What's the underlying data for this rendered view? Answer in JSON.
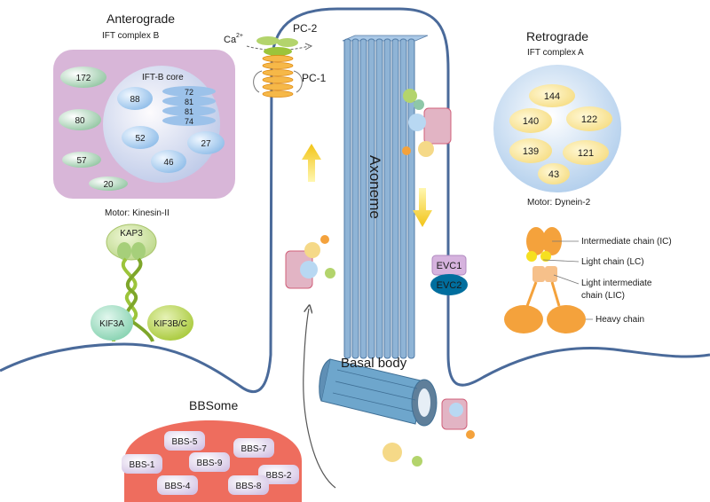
{
  "anterograde": {
    "title": "Anterograde",
    "subtitle": "IFT complex B",
    "core_label": "IFT-B core",
    "peripheral": [
      "172",
      "80",
      "57",
      "20"
    ],
    "core_subunits": [
      "88",
      "52",
      "46",
      "27"
    ],
    "core_stack": [
      "72",
      "81",
      "81",
      "74"
    ],
    "motor_label": "Motor: Kinesin-II",
    "kap3": "KAP3",
    "kif3a": "KIF3A",
    "kif3bc": "KIF3B/C"
  },
  "retrograde": {
    "title": "Retrograde",
    "subtitle": "IFT complex A",
    "subunits": [
      "144",
      "140",
      "122",
      "139",
      "121",
      "43"
    ],
    "motor_label": "Motor: Dynein-2",
    "dynein_labels": [
      "Intermediate chain (IC)",
      "Light chain (LC)",
      "Light intermediate",
      "chain (LIC)",
      "Heavy chain"
    ]
  },
  "cilium": {
    "axoneme": "Axoneme",
    "basal_body": "Basal body",
    "pc2": "PC-2",
    "pc1": "PC-1",
    "calcium": "Ca",
    "calcium_charge": "2+",
    "evc1": "EVC1",
    "evc2": "EVC2"
  },
  "bbsome": {
    "title": "BBSome",
    "subunits": [
      "BBS-5",
      "BBS-7",
      "BBS-1",
      "BBS-9",
      "BBS-2",
      "BBS-4",
      "BBS-8"
    ]
  },
  "colors": {
    "membrane": "#4a6a9a",
    "anterograde_box": "#d8b6d8",
    "retrograde_box": "#c2dbf2",
    "bbsome": "#ee6d5e",
    "dynein": "#f4a23c",
    "kinesin": "#b9d64a",
    "evc2": "#006e9e",
    "evc1": "#d6b3de",
    "axoneme": "#8fb4d6",
    "arrow": "#f2c417"
  }
}
